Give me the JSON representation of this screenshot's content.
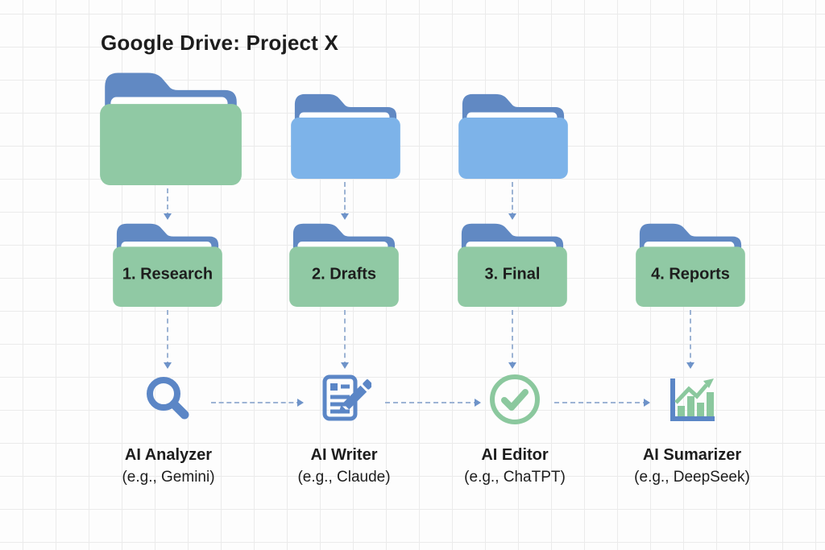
{
  "title": "Google Drive: Project X",
  "palette": {
    "background": "#fdfdfd",
    "grid_line": "#ebebeb",
    "folder_tab_blue": "#6189c3",
    "folder_front_green": "#90c9a4",
    "folder_front_blue": "#7db3e9",
    "icon_blue": "#5b86c6",
    "icon_green": "#8bc89e",
    "arrow_dash": "#9db4d4",
    "arrow_head": "#6e93c9",
    "text": "#1d1d1d"
  },
  "subfolders": [
    {
      "label": "1. Research"
    },
    {
      "label": "2. Drafts"
    },
    {
      "label": "3. Final"
    },
    {
      "label": "4. Reports"
    }
  ],
  "tools": [
    {
      "name": "AI Analyzer",
      "example": "(e.g., Gemini)",
      "icon": "magnifier-search-icon"
    },
    {
      "name": "AI Writer",
      "example": "(e.g., Claude)",
      "icon": "document-pencil-icon"
    },
    {
      "name": "AI Editor",
      "example": "(e.g., ChaTPT)",
      "icon": "check-circle-icon"
    },
    {
      "name": "AI Sumarizer",
      "example": "(e.g., DeepSeek)",
      "icon": "bar-chart-growth-icon"
    }
  ]
}
